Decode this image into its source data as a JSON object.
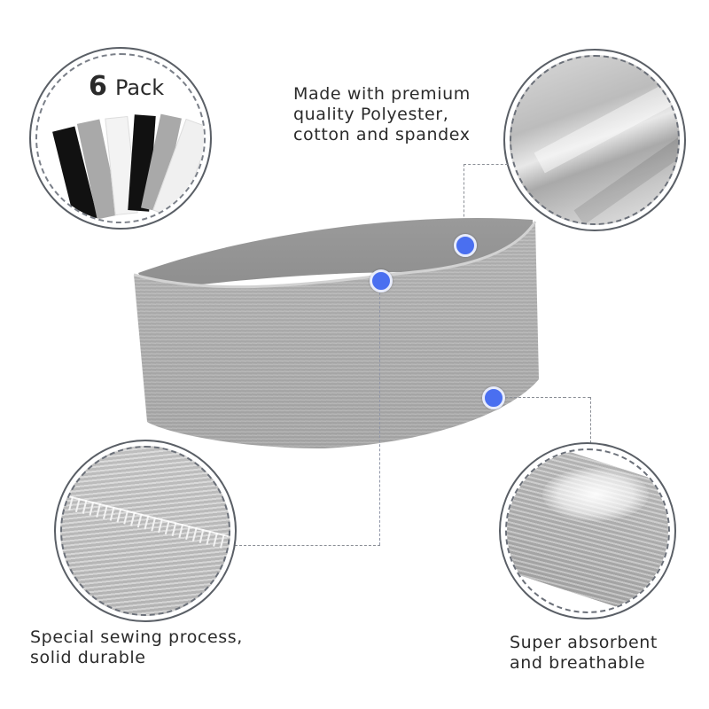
{
  "pack_badge": {
    "count": "6",
    "label": "Pack",
    "stripe_colors": [
      "#111111",
      "#a9a9a9",
      "#f3f3f3",
      "#111111",
      "#a9a9a9",
      "#f0f0f0"
    ]
  },
  "features": {
    "material": "Made with premium quality Polyester, cotton and spandex",
    "material_lines": [
      "Made with premium",
      "quality Polyester,",
      "cotton and spandex"
    ],
    "sewing": "Special sewing process, solid durable",
    "sewing_lines": [
      "Special sewing process,",
      "solid durable"
    ],
    "absorbent": "Super absorbent and breathable",
    "absorbent_lines": [
      "Super absorbent",
      "and breathable"
    ]
  },
  "colors": {
    "hotspot_dot": "#4a6ff0",
    "fabric_gray": "#acacac",
    "connector": "#8b8f96",
    "circle_border": "#5a5f66"
  }
}
